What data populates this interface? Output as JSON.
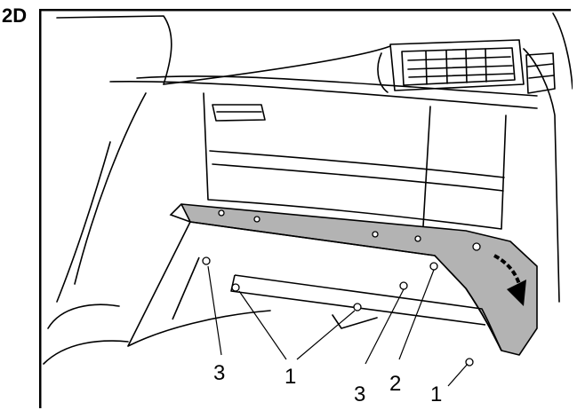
{
  "figure": {
    "label": "2D",
    "colors": {
      "line": "#000000",
      "panel_fill": "#b3b3b3",
      "background": "#ffffff"
    },
    "callouts": [
      "3",
      "1",
      "3",
      "2",
      "1"
    ],
    "icons": [
      "screw-icon",
      "arrow-icon"
    ]
  }
}
